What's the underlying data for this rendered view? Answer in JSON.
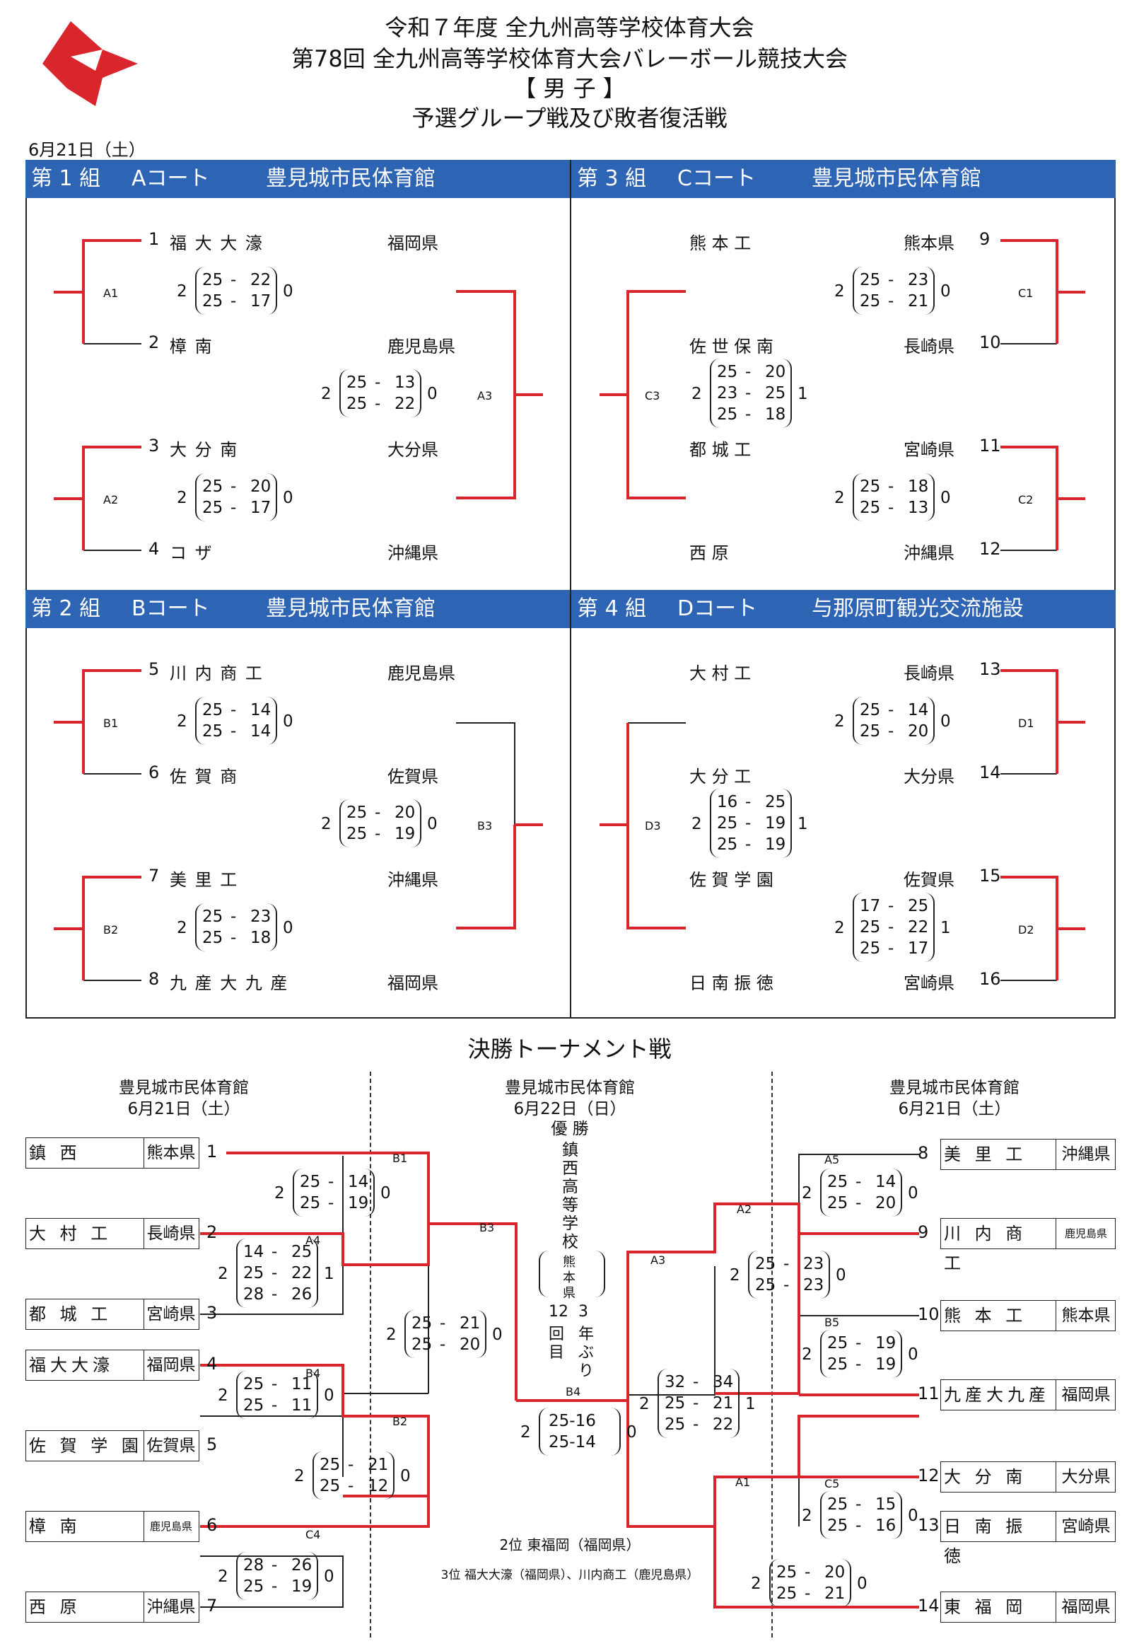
{
  "header": {
    "line1": "令和７年度 全九州高等学校体育大会",
    "line2": "第78回 全九州高等学校体育大会バレーボール競技大会",
    "line3": "【 男 子 】",
    "line4": "予選グループ戦及び敗者復活戦",
    "date": "6月21日（土）"
  },
  "groups": [
    {
      "title": "第 1 組",
      "court": "Aコート",
      "venue": "豊見城市民体育館"
    },
    {
      "title": "第 3 組",
      "court": "Cコート",
      "venue": "豊見城市民体育館"
    },
    {
      "title": "第 2 組",
      "court": "Bコート",
      "venue": "豊見城市民体育館"
    },
    {
      "title": "第 4 組",
      "court": "Dコート",
      "venue": "与那原町観光交流施設"
    }
  ],
  "teams": [
    {
      "no": "1",
      "name": "福 大 大 濠",
      "pref": "福岡県"
    },
    {
      "no": "2",
      "name": "樟 南",
      "pref": "鹿児島県"
    },
    {
      "no": "3",
      "name": "大 分 南",
      "pref": "大分県"
    },
    {
      "no": "4",
      "name": "コ ザ",
      "pref": "沖縄県"
    },
    {
      "no": "5",
      "name": "川 内 商 工",
      "pref": "鹿児島県"
    },
    {
      "no": "6",
      "name": "佐 賀 商",
      "pref": "佐賀県"
    },
    {
      "no": "7",
      "name": "美 里 工",
      "pref": "沖縄県"
    },
    {
      "no": "8",
      "name": "九 産 大 九 産",
      "pref": "福岡県"
    },
    {
      "no": "9",
      "name": "熊 本 工",
      "pref": "熊本県"
    },
    {
      "no": "10",
      "name": "佐 世 保 南",
      "pref": "長崎県"
    },
    {
      "no": "11",
      "name": "都 城 工",
      "pref": "宮崎県"
    },
    {
      "no": "12",
      "name": "西 原",
      "pref": "沖縄県"
    },
    {
      "no": "13",
      "name": "大 村 工",
      "pref": "長崎県"
    },
    {
      "no": "14",
      "name": "大 分 工",
      "pref": "大分県"
    },
    {
      "no": "15",
      "name": "佐 賀 学 園",
      "pref": "佐賀県"
    },
    {
      "no": "16",
      "name": "日 南 振 徳",
      "pref": "宮崎県"
    }
  ],
  "matches": {
    "A1": {
      "label": "A1",
      "w": "2",
      "l": "0",
      "sets": [
        [
          "25",
          "22"
        ],
        [
          "25",
          "17"
        ]
      ]
    },
    "A2": {
      "label": "A2",
      "w": "2",
      "l": "0",
      "sets": [
        [
          "25",
          "20"
        ],
        [
          "25",
          "17"
        ]
      ]
    },
    "A3": {
      "label": "A3",
      "w": "2",
      "l": "0",
      "sets": [
        [
          "25",
          "13"
        ],
        [
          "25",
          "22"
        ]
      ]
    },
    "B1": {
      "label": "B1",
      "w": "2",
      "l": "0",
      "sets": [
        [
          "25",
          "14"
        ],
        [
          "25",
          "14"
        ]
      ]
    },
    "B2": {
      "label": "B2",
      "w": "2",
      "l": "0",
      "sets": [
        [
          "25",
          "23"
        ],
        [
          "25",
          "18"
        ]
      ]
    },
    "B3": {
      "label": "B3",
      "w": "2",
      "l": "0",
      "sets": [
        [
          "25",
          "20"
        ],
        [
          "25",
          "19"
        ]
      ]
    },
    "C1": {
      "label": "C1",
      "w": "2",
      "l": "0",
      "sets": [
        [
          "25",
          "23"
        ],
        [
          "25",
          "21"
        ]
      ]
    },
    "C2": {
      "label": "C2",
      "w": "2",
      "l": "0",
      "sets": [
        [
          "25",
          "18"
        ],
        [
          "25",
          "13"
        ]
      ]
    },
    "C3": {
      "label": "C3",
      "w": "2",
      "l": "1",
      "sets": [
        [
          "25",
          "20"
        ],
        [
          "23",
          "25"
        ],
        [
          "25",
          "18"
        ]
      ]
    },
    "D1": {
      "label": "D1",
      "w": "2",
      "l": "0",
      "sets": [
        [
          "25",
          "14"
        ],
        [
          "25",
          "20"
        ]
      ]
    },
    "D2": {
      "label": "D2",
      "w": "2",
      "l": "1",
      "sets": [
        [
          "17",
          "25"
        ],
        [
          "25",
          "22"
        ],
        [
          "25",
          "17"
        ]
      ]
    },
    "D3": {
      "label": "D3",
      "w": "2",
      "l": "1",
      "sets": [
        [
          "16",
          "25"
        ],
        [
          "25",
          "19"
        ],
        [
          "25",
          "19"
        ]
      ]
    }
  },
  "final": {
    "title": "決勝トーナメント戦",
    "left_venue": "豊見城市民体育館",
    "left_date": "6月21日（土）",
    "center_venue": "豊見城市民体育館",
    "center_date": "6月22日（日）",
    "right_venue": "豊見城市民体育館",
    "right_date": "6月21日（土）",
    "champion_label": "優 勝",
    "champion": [
      "鎮",
      "西",
      "高",
      "等",
      "学",
      "校"
    ],
    "champion_pref": [
      "熊",
      "本",
      "県"
    ],
    "champion_times": [
      "12",
      "回",
      "目"
    ],
    "champion_years": [
      "3",
      "年",
      "ぶ",
      "り"
    ],
    "second": "2位 東福岡（福岡県）",
    "third": "3位 福大大濠（福岡県）、川内商工（鹿児島県）",
    "left_teams": [
      {
        "no": "1",
        "name": "鎮 西",
        "pref": "熊本県"
      },
      {
        "no": "2",
        "name": "大 村 工",
        "pref": "長崎県"
      },
      {
        "no": "3",
        "name": "都 城 工",
        "pref": "宮崎県"
      },
      {
        "no": "4",
        "name": "福大大濠",
        "pref": "福岡県"
      },
      {
        "no": "5",
        "name": "佐 賀 学 園",
        "pref": "佐賀県"
      },
      {
        "no": "6",
        "name": "樟 南",
        "pref": "鹿児島県"
      },
      {
        "no": "7",
        "name": "西 原",
        "pref": "沖縄県"
      }
    ],
    "right_teams": [
      {
        "no": "8",
        "name": "美 里 工",
        "pref": "沖縄県"
      },
      {
        "no": "9",
        "name": "川 内 商 工",
        "pref": "鹿児島県"
      },
      {
        "no": "10",
        "name": "熊 本 工",
        "pref": "熊本県"
      },
      {
        "no": "11",
        "name": "九産大九産",
        "pref": "福岡県"
      },
      {
        "no": "12",
        "name": "大 分 南",
        "pref": "大分県"
      },
      {
        "no": "13",
        "name": "日 南 振 徳",
        "pref": "宮崎県"
      },
      {
        "no": "14",
        "name": "東 福 岡",
        "pref": "福岡県"
      }
    ],
    "matches": {
      "A4": {
        "label": "A4",
        "w": "2",
        "l": "1",
        "sets": [
          [
            "14",
            "25"
          ],
          [
            "25",
            "22"
          ],
          [
            "28",
            "26"
          ]
        ]
      },
      "B4": {
        "label": "B4",
        "w": "2",
        "l": "0",
        "sets": [
          [
            "25",
            "11"
          ],
          [
            "25",
            "11"
          ]
        ]
      },
      "C4": {
        "label": "C4",
        "w": "2",
        "l": "0",
        "sets": [
          [
            "28",
            "26"
          ],
          [
            "25",
            "19"
          ]
        ]
      },
      "A5": {
        "label": "A5",
        "w": "2",
        "l": "0",
        "sets": [
          [
            "25",
            "14"
          ],
          [
            "25",
            "20"
          ]
        ]
      },
      "B5": {
        "label": "B5",
        "w": "2",
        "l": "0",
        "sets": [
          [
            "25",
            "19"
          ],
          [
            "25",
            "19"
          ]
        ]
      },
      "C5": {
        "label": "C5",
        "w": "2",
        "l": "0",
        "sets": [
          [
            "25",
            "15"
          ],
          [
            "25",
            "16"
          ]
        ]
      },
      "B1f": {
        "label": "B1",
        "w": "2",
        "l": "0",
        "sets": [
          [
            "25",
            "14"
          ],
          [
            "25",
            "19"
          ]
        ]
      },
      "B2f": {
        "label": "B2",
        "w": "2",
        "l": "0",
        "sets": [
          [
            "25",
            "21"
          ],
          [
            "25",
            "12"
          ]
        ]
      },
      "A1f": {
        "label": "A1",
        "w": "2",
        "l": "0",
        "sets": [
          [
            "25",
            "20"
          ],
          [
            "25",
            "21"
          ]
        ]
      },
      "A2f": {
        "label": "A2",
        "w": "2",
        "l": "0",
        "sets": [
          [
            "25",
            "23"
          ],
          [
            "25",
            "23"
          ]
        ]
      },
      "B3f": {
        "label": "B3",
        "w": "2",
        "l": "0",
        "sets": [
          [
            "25",
            "21"
          ],
          [
            "25",
            "20"
          ]
        ]
      },
      "A3f": {
        "label": "A3",
        "w": "2",
        "l": "1",
        "sets": [
          [
            "32",
            "34"
          ],
          [
            "25",
            "21"
          ],
          [
            "25",
            "22"
          ]
        ]
      },
      "B4final": {
        "label": "B4",
        "w": "2",
        "l": "0",
        "sets": [
          [
            "25-16"
          ],
          [
            "25-14"
          ]
        ]
      }
    }
  },
  "colors": {
    "accent": "#d9262c",
    "header_bg": "#2e64b4",
    "line": "#222222"
  }
}
